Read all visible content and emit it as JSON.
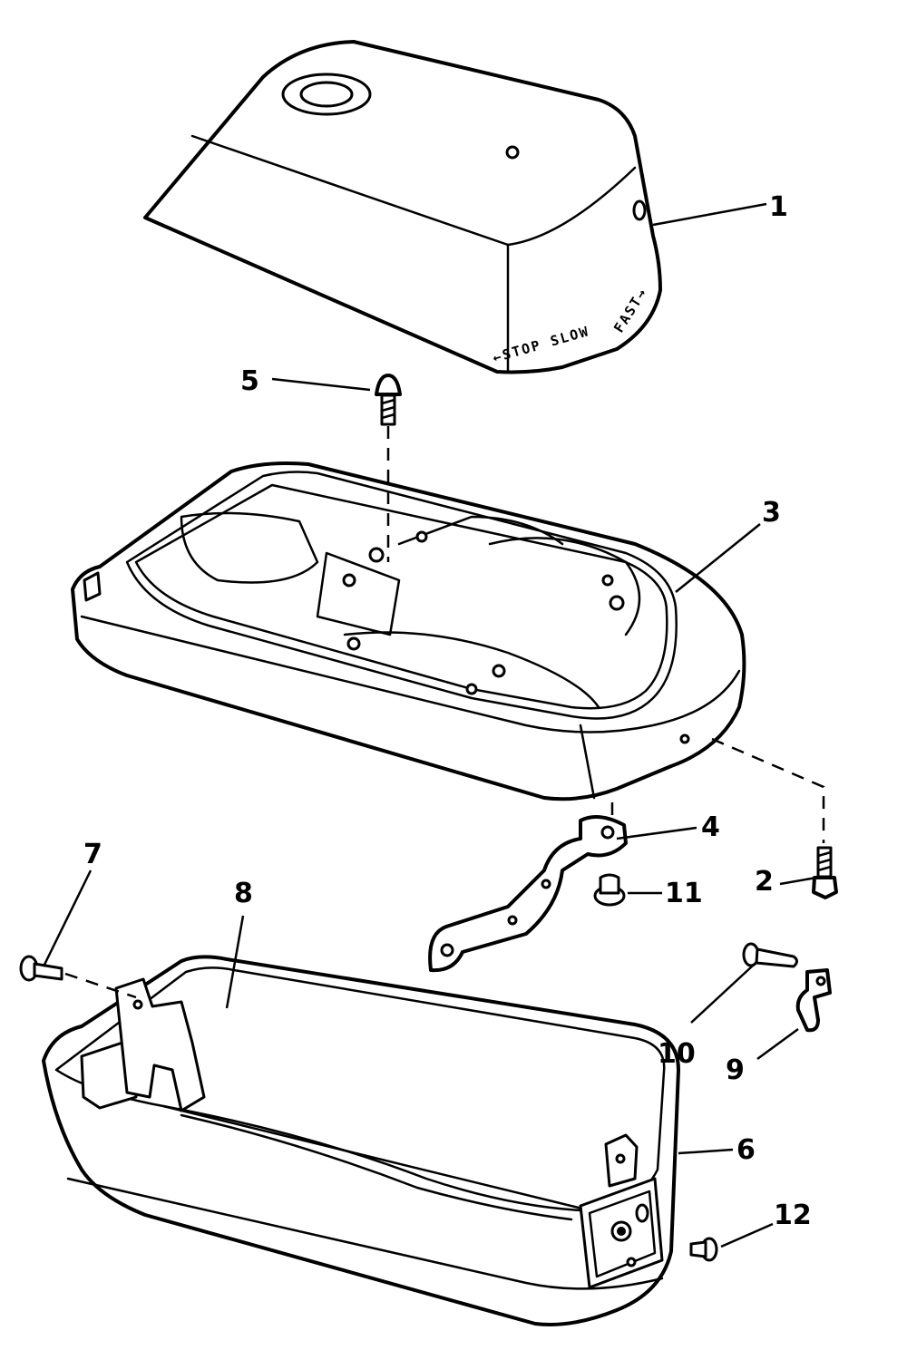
{
  "diagram": {
    "cowl_lettering": {
      "stop_slow": "←STOP SLOW",
      "fast": "FAST→"
    },
    "callouts": [
      {
        "id": "1",
        "label": "1"
      },
      {
        "id": "2",
        "label": "2"
      },
      {
        "id": "3",
        "label": "3"
      },
      {
        "id": "4",
        "label": "4"
      },
      {
        "id": "5",
        "label": "5"
      },
      {
        "id": "6",
        "label": "6"
      },
      {
        "id": "7",
        "label": "7"
      },
      {
        "id": "8",
        "label": "8"
      },
      {
        "id": "9",
        "label": "9"
      },
      {
        "id": "10",
        "label": "10"
      },
      {
        "id": "11",
        "label": "11"
      },
      {
        "id": "12",
        "label": "12"
      }
    ],
    "colors": {
      "ink": "#000000",
      "paper": "#ffffff"
    }
  }
}
